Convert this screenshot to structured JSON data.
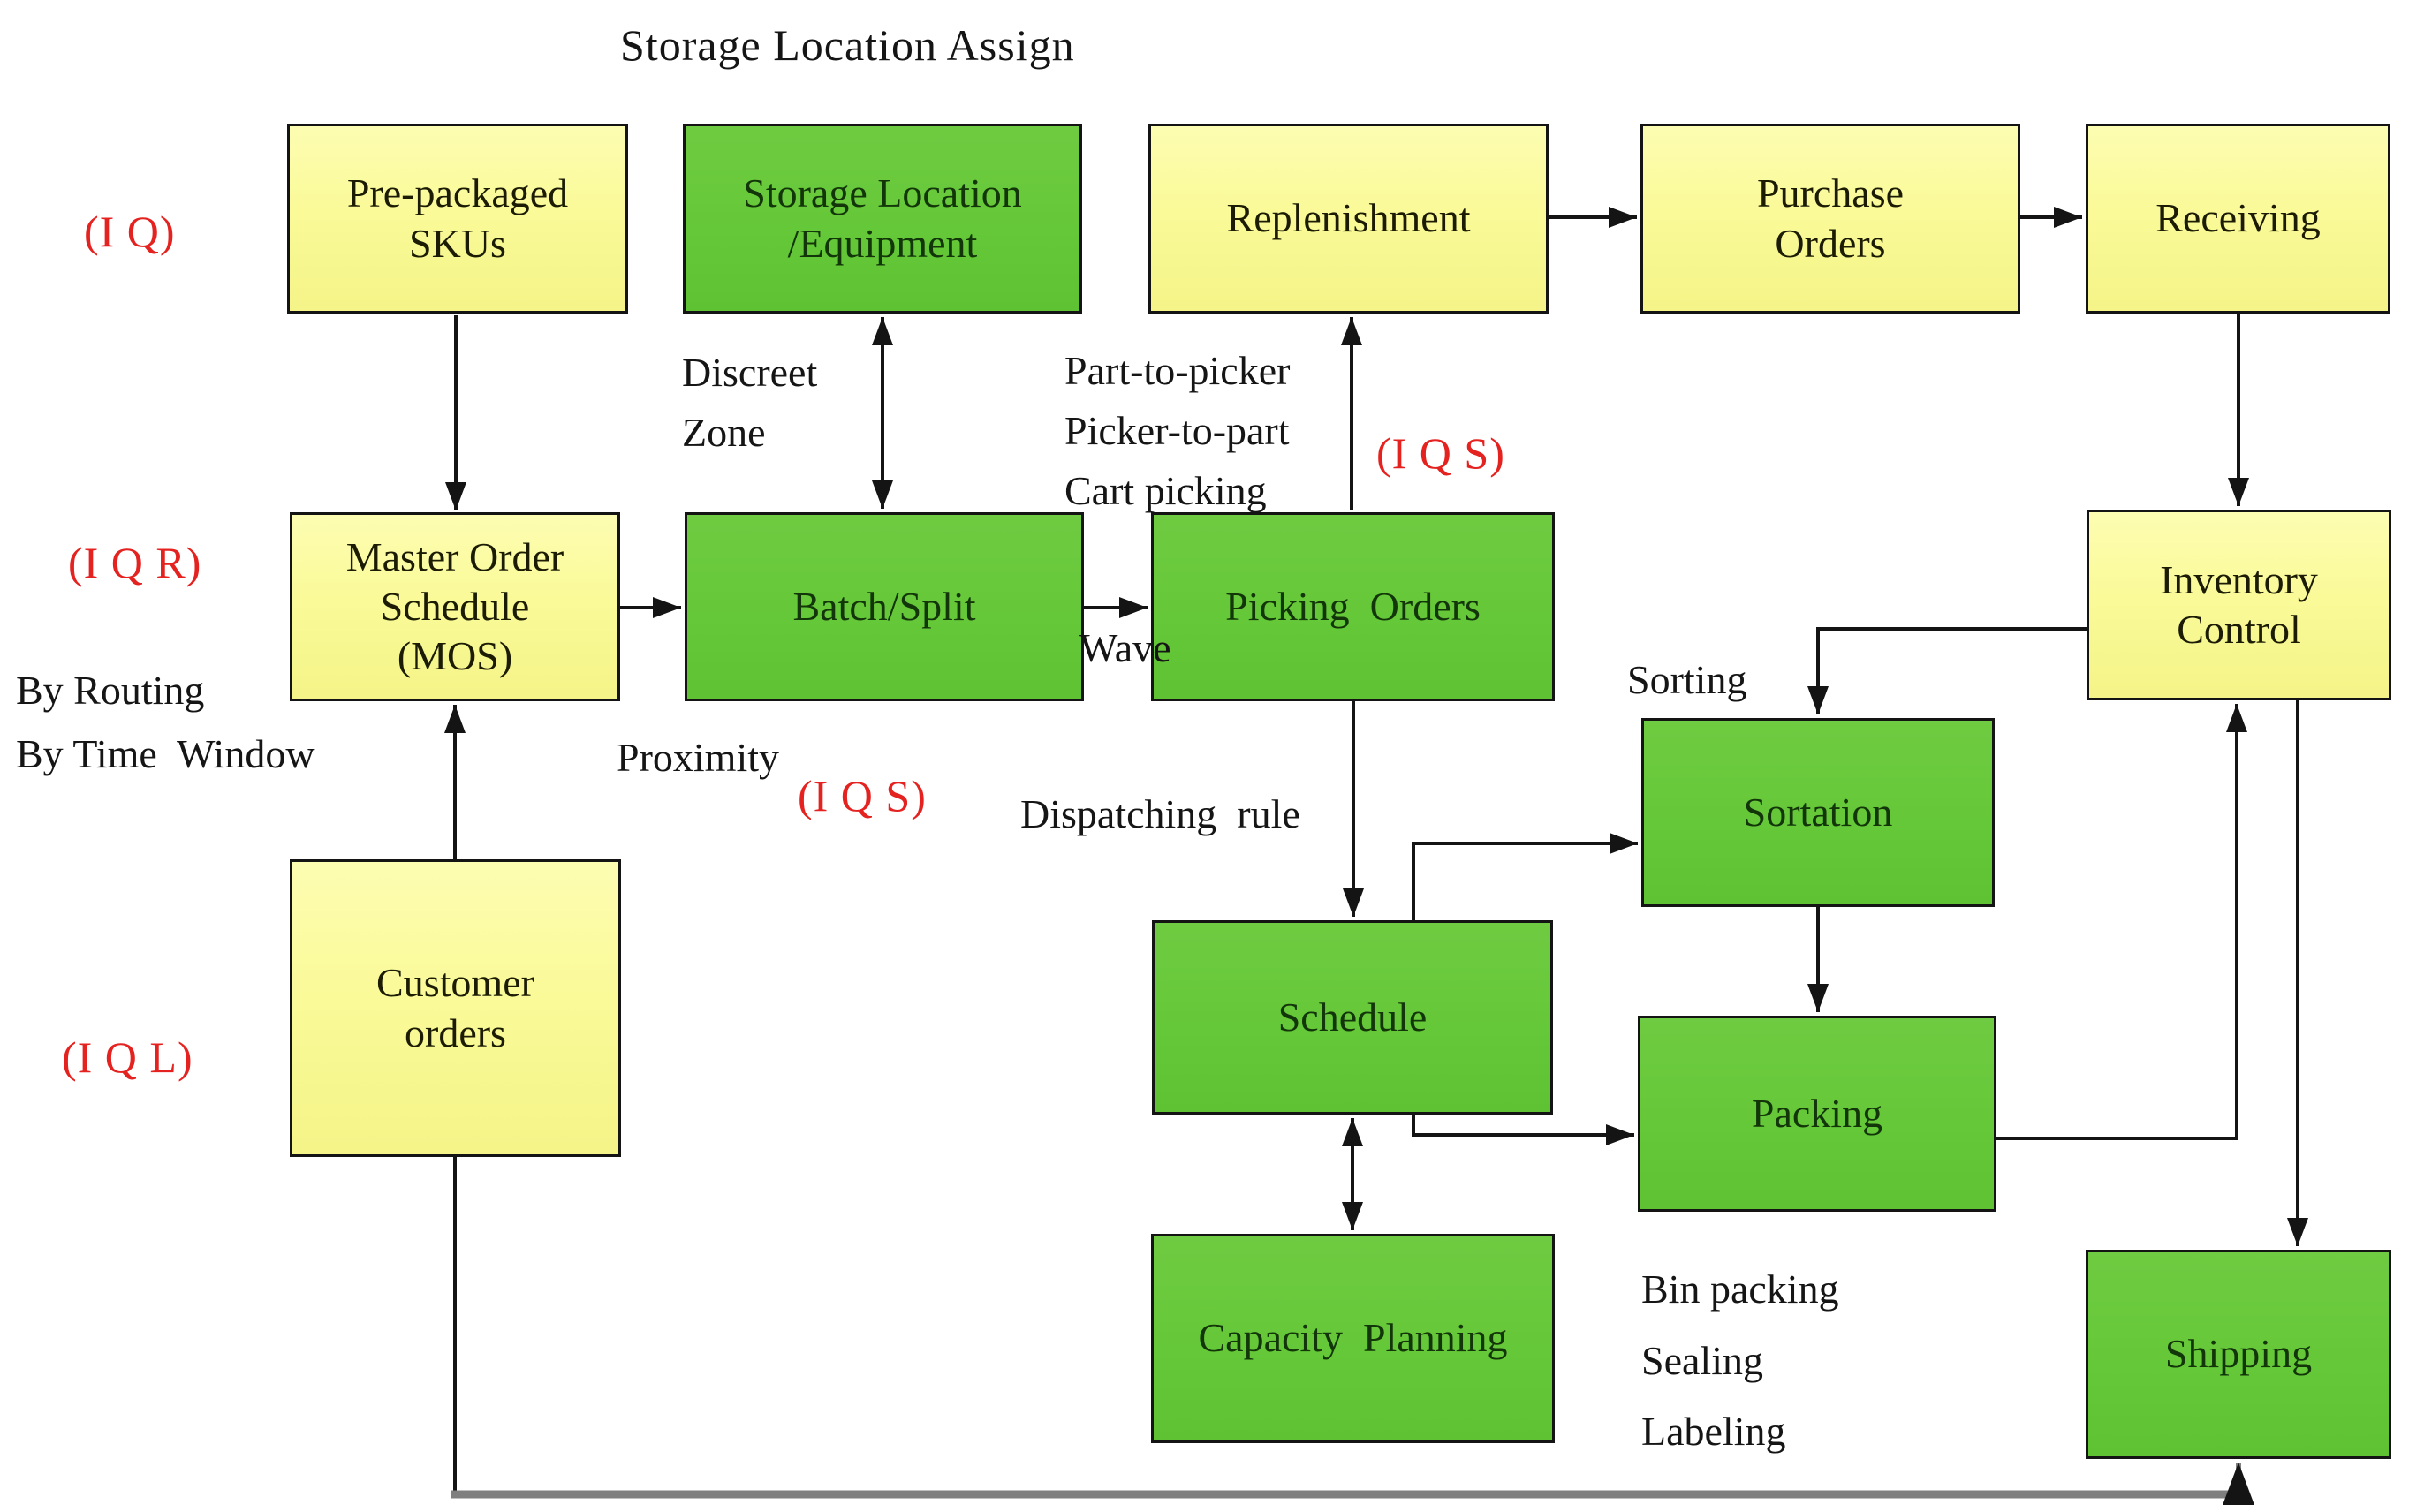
{
  "diagram": {
    "title": "Storage Location Assign",
    "colors": {
      "box_yellow": "#FAFA99",
      "box_green": "#65C838",
      "border": "#141414",
      "annotation_red": "#E42320",
      "line_black": "#141414",
      "line_gray": "#7F7F7F",
      "background": "#FFFFFF"
    },
    "nodes": [
      {
        "id": "pre_packaged_skus",
        "label": "Pre-packaged\nSKUs",
        "color": "yellow"
      },
      {
        "id": "storage_location_equipment",
        "label": "Storage Location\n/Equipment",
        "color": "green"
      },
      {
        "id": "replenishment",
        "label": "Replenishment",
        "color": "yellow"
      },
      {
        "id": "purchase_orders",
        "label": "Purchase\nOrders",
        "color": "yellow"
      },
      {
        "id": "receiving",
        "label": "Receiving",
        "color": "yellow"
      },
      {
        "id": "master_order_schedule",
        "label": "Master Order\nSchedule\n(MOS)",
        "color": "yellow"
      },
      {
        "id": "batch_split",
        "label": "Batch/Split",
        "color": "green"
      },
      {
        "id": "picking_orders",
        "label": "Picking  Orders",
        "color": "green"
      },
      {
        "id": "inventory_control",
        "label": "Inventory\nControl",
        "color": "yellow"
      },
      {
        "id": "sortation",
        "label": "Sortation",
        "color": "green"
      },
      {
        "id": "customer_orders",
        "label": "Customer\norders",
        "color": "yellow"
      },
      {
        "id": "schedule",
        "label": "Schedule",
        "color": "green"
      },
      {
        "id": "packing",
        "label": "Packing",
        "color": "green"
      },
      {
        "id": "capacity_planning",
        "label": "Capacity  Planning",
        "color": "green"
      },
      {
        "id": "shipping",
        "label": "Shipping",
        "color": "green"
      }
    ],
    "annotations": [
      {
        "id": "iq",
        "text": "(I Q)",
        "color": "red"
      },
      {
        "id": "iqr",
        "text": "(I Q R)",
        "color": "red"
      },
      {
        "id": "by_routing",
        "text": "By Routing",
        "color": "black"
      },
      {
        "id": "by_time_window",
        "text": "By Time  Window",
        "color": "black"
      },
      {
        "id": "iql",
        "text": "(I Q L)",
        "color": "red"
      },
      {
        "id": "discreet_zone",
        "text": "Discreet\nZone",
        "color": "black"
      },
      {
        "id": "picking_methods",
        "text": "Part-to-picker\nPicker-to-part\nCart picking",
        "color": "black"
      },
      {
        "id": "iqs_upper",
        "text": "(I Q S)",
        "color": "red"
      },
      {
        "id": "wave",
        "text": "Wave",
        "color": "black"
      },
      {
        "id": "proximity",
        "text": "Proximity",
        "color": "black"
      },
      {
        "id": "iqs_lower",
        "text": "(I Q S)",
        "color": "red"
      },
      {
        "id": "dispatching_rule",
        "text": "Dispatching  rule",
        "color": "black"
      },
      {
        "id": "sorting",
        "text": "Sorting",
        "color": "black"
      },
      {
        "id": "packing_methods",
        "text": "Bin packing\nSealing\nLabeling",
        "color": "black"
      }
    ],
    "edges": [
      {
        "from": "pre_packaged_skus",
        "to": "master_order_schedule",
        "arrows": "end"
      },
      {
        "from": "storage_location_equipment",
        "to": "batch_split",
        "arrows": "both"
      },
      {
        "from": "picking_orders",
        "to": "replenishment",
        "arrows": "end"
      },
      {
        "from": "replenishment",
        "to": "purchase_orders",
        "arrows": "end"
      },
      {
        "from": "purchase_orders",
        "to": "receiving",
        "arrows": "end"
      },
      {
        "from": "receiving",
        "to": "inventory_control",
        "arrows": "end"
      },
      {
        "from": "master_order_schedule",
        "to": "batch_split",
        "arrows": "end"
      },
      {
        "from": "batch_split",
        "to": "picking_orders",
        "arrows": "end"
      },
      {
        "from": "picking_orders",
        "to": "schedule",
        "arrows": "end"
      },
      {
        "from": "schedule",
        "to": "sortation",
        "arrows": "end"
      },
      {
        "from": "inventory_control",
        "to": "sortation",
        "arrows": "end"
      },
      {
        "from": "sortation",
        "to": "packing",
        "arrows": "end"
      },
      {
        "from": "schedule",
        "to": "packing",
        "arrows": "end"
      },
      {
        "from": "schedule",
        "to": "capacity_planning",
        "arrows": "both"
      },
      {
        "from": "packing",
        "to": "inventory_control",
        "arrows": "end"
      },
      {
        "from": "inventory_control",
        "to": "shipping",
        "arrows": "end"
      },
      {
        "from": "customer_orders",
        "to": "master_order_schedule",
        "arrows": "end"
      },
      {
        "from": "customer_orders",
        "to": "shipping",
        "arrows": "end",
        "style": "gray"
      }
    ]
  }
}
